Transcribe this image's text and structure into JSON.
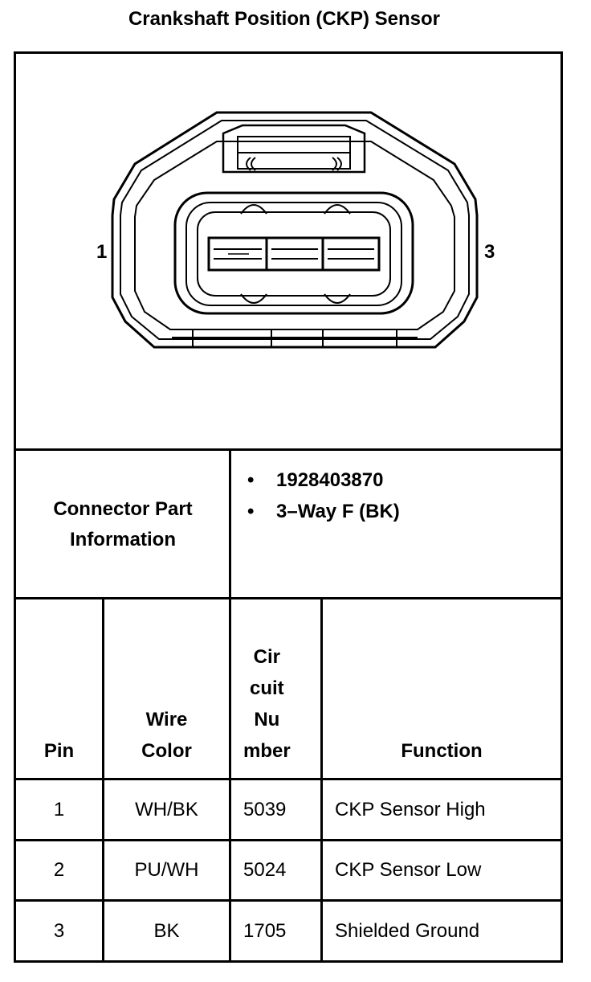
{
  "title": "Crankshaft Position (CKP) Sensor",
  "connector": {
    "pin_label_left": "1",
    "pin_label_right": "3"
  },
  "part_info": {
    "label_line1": "Connector Part",
    "label_line2": "Information",
    "bullet": "•",
    "items": [
      "1928403870",
      "3–Way F (BK)"
    ]
  },
  "table": {
    "headers": {
      "pin": "Pin",
      "wire_color_line1": "Wire",
      "wire_color_line2": "Color",
      "circuit_line1": "Cir",
      "circuit_line2": "cuit",
      "circuit_line3": "Nu",
      "circuit_line4": "mber",
      "function": "Function"
    },
    "rows": [
      {
        "pin": "1",
        "wire_color": "WH/BK",
        "circuit": "5039",
        "function": "CKP Sensor High"
      },
      {
        "pin": "2",
        "wire_color": "PU/WH",
        "circuit": "5024",
        "function": "CKP Sensor Low"
      },
      {
        "pin": "3",
        "wire_color": "BK",
        "circuit": "1705",
        "function": "Shielded Ground"
      }
    ]
  }
}
